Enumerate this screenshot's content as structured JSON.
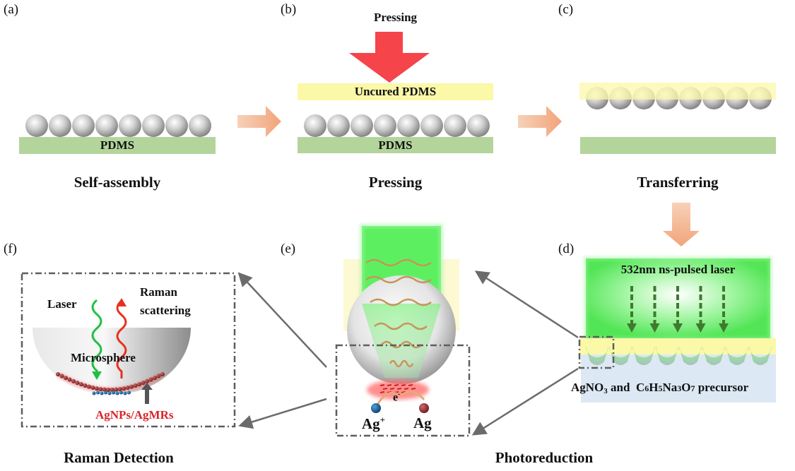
{
  "panels": {
    "a": {
      "label": "(a)",
      "caption": "Self-assembly",
      "substrate_label": "PDMS"
    },
    "b": {
      "label": "(b)",
      "caption": "Pressing",
      "force_label": "Pressing",
      "top_layer_label": "Uncured PDMS",
      "substrate_label": "PDMS"
    },
    "c": {
      "label": "(c)",
      "caption": "Transferring"
    },
    "d": {
      "label": "(d)",
      "laser_label": "532nm ns-pulsed laser",
      "precursor_label": {
        "part1": "AgNO",
        "sub1": "3",
        "part2": " and  C",
        "sub2": "6",
        "part3": "H",
        "sub3": "5",
        "part4": "Na",
        "sub4": "3",
        "part5": "O",
        "sub5": "7",
        "part6": " precursor"
      }
    },
    "e": {
      "label": "(e)",
      "electron_label": "e",
      "electron_sup": "-",
      "ion_label": "Ag",
      "ion_sup": "+",
      "atom_label": "Ag"
    },
    "f": {
      "label": "(f)",
      "caption": "Raman Detection",
      "laser_label": "Laser",
      "raman_label_1": "Raman",
      "raman_label_2": "scattering",
      "sphere_label": "Microsphere",
      "particles_label": "AgNPs/AgMRs"
    }
  },
  "shared_captions": {
    "photoreduction": "Photoreduction"
  },
  "colors": {
    "pdms_green": "#b3d59c",
    "uncured_yellow": "#fbf8a8",
    "press_arrow_red": "#f5444a",
    "flow_arrow_orange": "#f2a77c",
    "laser_green": "#5cf060",
    "precursor_blue": "#dce8f3",
    "raman_red": "#d9232a",
    "connector_gray": "#6b6b6b"
  },
  "sphere_count": 8
}
